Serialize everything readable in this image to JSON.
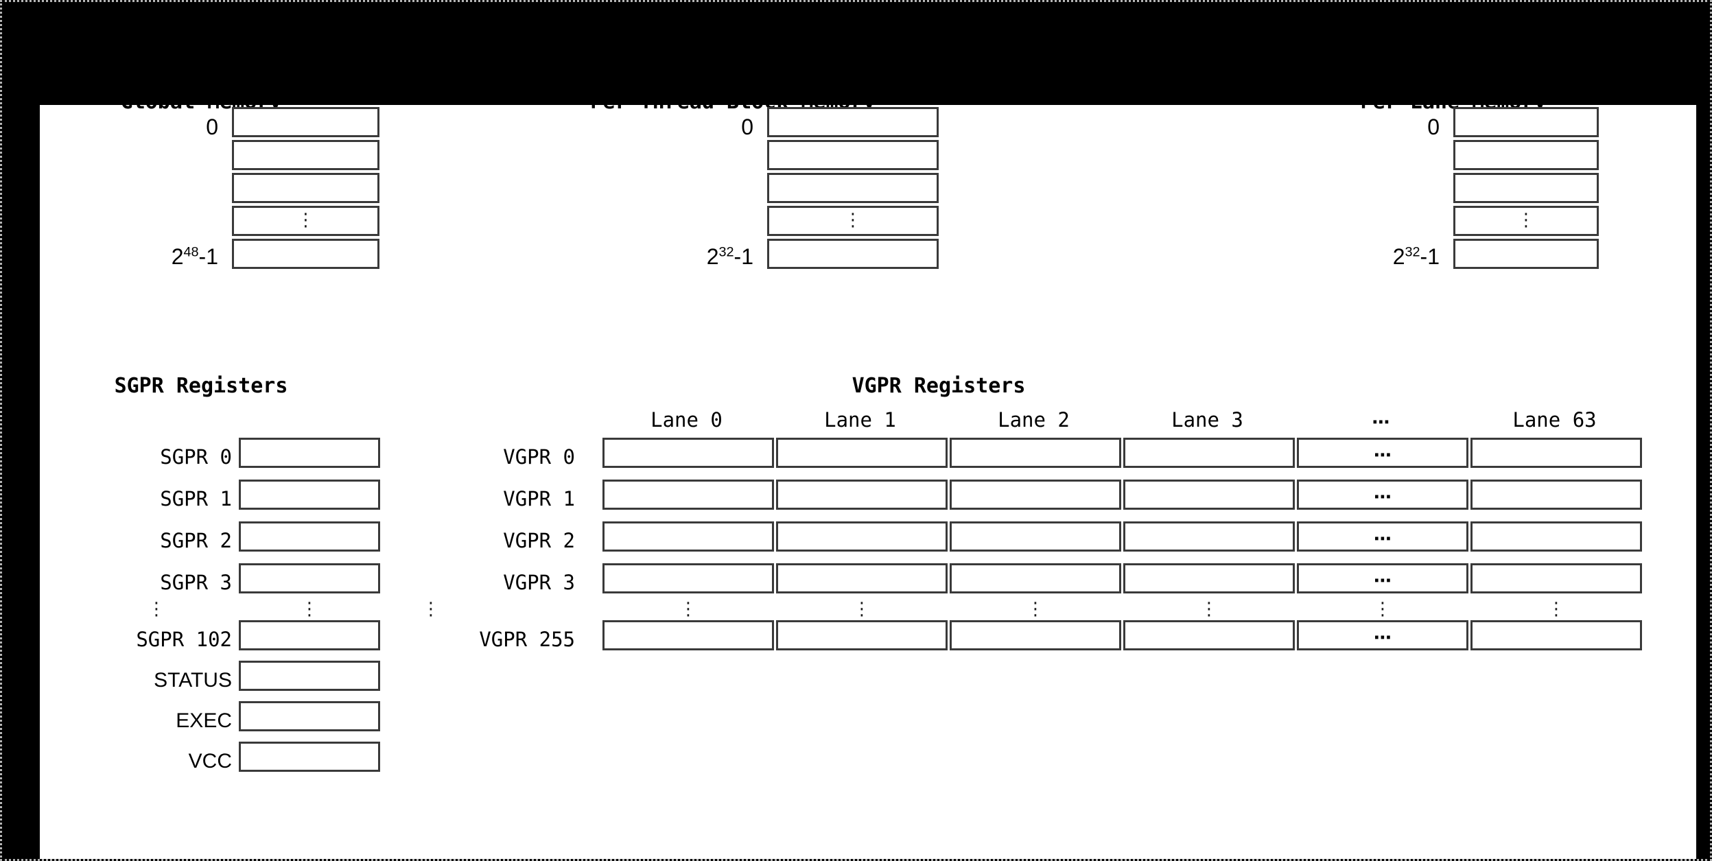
{
  "figure": {
    "background_color": "#000000",
    "panel_color": "#ffffff",
    "box_border_color": "#3a3a3a",
    "text_color": "#000000"
  },
  "memory_panels": [
    {
      "key": "global",
      "title": "Global Memory",
      "first_index": "0",
      "last_index_base": "2",
      "last_index_exp": "48",
      "last_index_suffix": "-1",
      "ellipsis": "⋮",
      "rows": 5
    },
    {
      "key": "thread_block",
      "title": "Per Thread Block Memory",
      "first_index": "0",
      "last_index_base": "2",
      "last_index_exp": "32",
      "last_index_suffix": "-1",
      "ellipsis": "⋮",
      "rows": 5
    },
    {
      "key": "lane",
      "title": "Per Lane Memory",
      "first_index": "0",
      "last_index_base": "2",
      "last_index_exp": "32",
      "last_index_suffix": "-1",
      "ellipsis": "⋮",
      "rows": 5
    }
  ],
  "sgpr": {
    "title": "SGPR Registers",
    "vertical_ellipsis": "⋮",
    "rows": [
      {
        "label": "SGPR 0",
        "font": "mono"
      },
      {
        "label": "SGPR 1",
        "font": "mono"
      },
      {
        "label": "SGPR 2",
        "font": "mono"
      },
      {
        "label": "SGPR 3",
        "font": "mono"
      },
      {
        "label": "SGPR 102",
        "font": "mono"
      },
      {
        "label": "STATUS",
        "font": "sans"
      },
      {
        "label": "EXEC",
        "font": "sans"
      },
      {
        "label": "VCC",
        "font": "sans"
      }
    ]
  },
  "vgpr": {
    "title": "VGPR Registers",
    "vertical_ellipsis": "⋮",
    "horizontal_ellipsis": "⋯",
    "columns": [
      {
        "label": "Lane 0",
        "is_ellipsis": false
      },
      {
        "label": "Lane 1",
        "is_ellipsis": false
      },
      {
        "label": "Lane 2",
        "is_ellipsis": false
      },
      {
        "label": "Lane 3",
        "is_ellipsis": false
      },
      {
        "label": "⋯",
        "is_ellipsis": true
      },
      {
        "label": "Lane 63",
        "is_ellipsis": false
      }
    ],
    "rows": [
      {
        "label": "VGPR 0"
      },
      {
        "label": "VGPR 1"
      },
      {
        "label": "VGPR 2"
      },
      {
        "label": "VGPR 3"
      },
      {
        "label": "VGPR 255"
      }
    ]
  }
}
